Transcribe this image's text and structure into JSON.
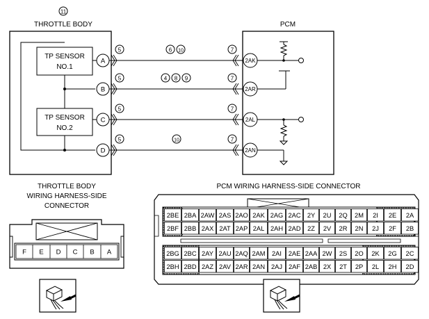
{
  "throttle_body": {
    "ref_number": "11",
    "title": "THROTTLE BODY",
    "sensor1": [
      "TP SENSOR",
      "NO.1"
    ],
    "sensor2": [
      "TP SENSOR",
      "NO.2"
    ],
    "pins": [
      "A",
      "B",
      "C",
      "D"
    ]
  },
  "pcm": {
    "title": "PCM",
    "pins": [
      "2AK",
      "2AR",
      "2AL",
      "2AN"
    ]
  },
  "wires": [
    {
      "left_ref": "5",
      "right_ref": "7",
      "mid_refs": [
        "6",
        "10"
      ]
    },
    {
      "left_ref": "5",
      "right_ref": "7",
      "mid_refs": [
        "4",
        "8",
        "9"
      ]
    },
    {
      "left_ref": "5",
      "right_ref": "7",
      "mid_refs": []
    },
    {
      "left_ref": "5",
      "right_ref": "7",
      "mid_refs": [
        "10"
      ]
    }
  ],
  "tb_connector": {
    "title_lines": [
      "THROTTLE BODY",
      "WIRING HARNESS-SIDE",
      "CONNECTOR"
    ],
    "pins": [
      "F",
      "E",
      "D",
      "C",
      "B",
      "A"
    ]
  },
  "pcm_connector": {
    "title": "PCM WIRING HARNESS-SIDE CONNECTOR",
    "upper_rows": [
      [
        "2BE",
        "2BA",
        "2AW",
        "2AS",
        "2AO",
        "2AK",
        "2AG",
        "2AC",
        "2Y",
        "2U",
        "2Q",
        "2M",
        "2I",
        "2E",
        "2A"
      ],
      [
        "2BF",
        "2BB",
        "2AX",
        "2AT",
        "2AP",
        "2AL",
        "2AH",
        "2AD",
        "2Z",
        "2V",
        "2R",
        "2N",
        "2J",
        "2F",
        "2B"
      ]
    ],
    "lower_rows": [
      [
        "2BG",
        "2BC",
        "2AY",
        "2AU",
        "2AQ",
        "2AM",
        "2AI",
        "2AE",
        "2AA",
        "2W",
        "2S",
        "2O",
        "2K",
        "2G",
        "2C"
      ],
      [
        "2BH",
        "2BD",
        "2AZ",
        "2AV",
        "2AR",
        "2AN",
        "2AJ",
        "2AF",
        "2AB",
        "2X",
        "2T",
        "2P",
        "2L",
        "2H",
        "2D"
      ]
    ]
  },
  "icons": [
    "connector-hand-icon",
    "connector-hand-icon"
  ]
}
